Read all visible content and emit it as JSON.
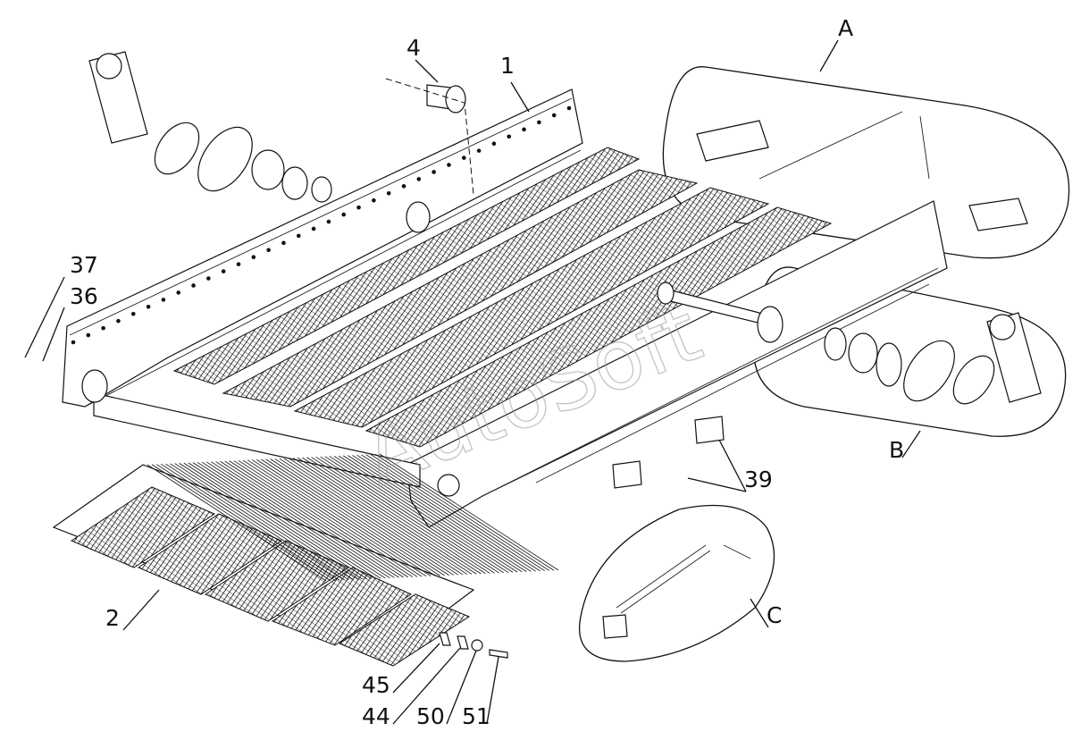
{
  "callouts": {
    "c1": "1",
    "c2": "2",
    "c4": "4",
    "c36": "36",
    "c37": "37",
    "c39": "39",
    "c44": "44",
    "c45": "45",
    "c50": "50",
    "c51": "51",
    "cA": "A",
    "cB": "B",
    "cC": "C"
  },
  "watermark": "AutoSoft"
}
